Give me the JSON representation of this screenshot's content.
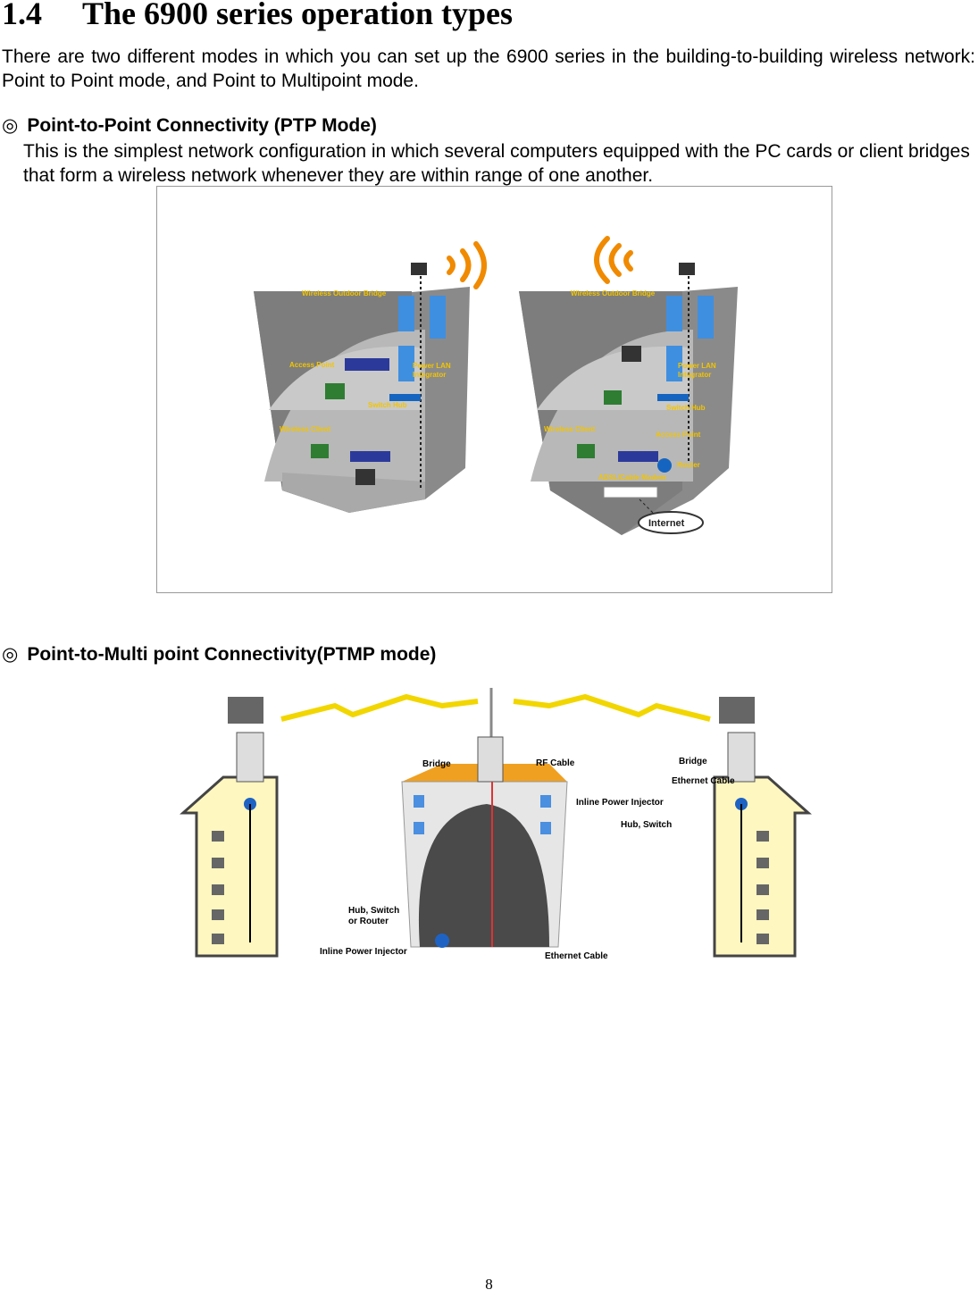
{
  "heading": {
    "number": "1.4",
    "title": "The 6900 series operation types"
  },
  "intro": "There are two different modes in which you can set up the 6900 series in the building-to-building wireless network: Point to Point mode, and Point to Multipoint mode.",
  "ptp": {
    "marker": "◎",
    "title": "Point-to-Point Connectivity (PTP Mode)",
    "body": "This is the simplest network configuration in which several computers equipped with the PC cards or client bridges that form a wireless network whenever they are within range of one another.",
    "figure_labels": {
      "left_bridge": "Wireless Outdoor Bridge",
      "left_ap": "Access Point",
      "left_pli": "Power LAN",
      "left_pli2": "Integrator",
      "left_switch": "Switch Hub",
      "left_client": "Wireless Client",
      "right_bridge": "Wireless Outdoor Bridge",
      "right_pli": "Power LAN",
      "right_pli2": "Integrator",
      "right_switch": "Switch Hub",
      "right_client": "Wireless Client",
      "right_ap": "Access Point",
      "right_router": "Router",
      "right_modem": "ADSL/Cable Modem",
      "internet": "Internet"
    }
  },
  "ptmp": {
    "marker": "◎",
    "title": "Point-to-Multi point Connectivity(PTMP mode)",
    "figure_labels": {
      "bridge_center": "Bridge",
      "rf_cable": "RF Cable",
      "bridge_right": "Bridge",
      "ethernet_cable_right": "Ethernet Cable",
      "inline_injector_right": "Inline Power Injector",
      "hub_switch_right": "Hub, Switch",
      "hub_switch_router_1": "Hub, Switch",
      "hub_switch_router_2": "or Router",
      "inline_injector_left": "Inline Power Injector",
      "ethernet_cable_bottom": "Ethernet Cable"
    }
  },
  "page_number": "8",
  "colors": {
    "building": "#8a8a8a",
    "floor": "#bdbdbd",
    "label_yellow": "#f2c400",
    "signal_orange": "#f08a00",
    "tall_building": "#fff7c0"
  }
}
